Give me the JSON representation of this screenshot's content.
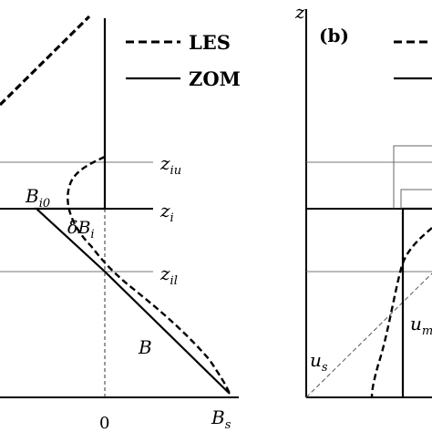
{
  "chart_data": [
    {
      "type": "line",
      "panel": "a",
      "legend": {
        "placement": "top-right",
        "entries": [
          {
            "label": "LES",
            "style": "dashed"
          },
          {
            "label": "ZOM",
            "style": "solid"
          }
        ]
      },
      "x_tick_labels": [
        "0"
      ],
      "level_labels": {
        "ziu": {
          "main": "z",
          "sub": "iu"
        },
        "zi": {
          "main": "z",
          "sub": "i"
        },
        "zil": {
          "main": "z",
          "sub": "il"
        }
      },
      "annotations": {
        "bi0": {
          "main": "B",
          "sub": "i0"
        },
        "dbi": {
          "main": "δB",
          "sub": "i"
        },
        "b": {
          "main": "B"
        },
        "bs": {
          "main": "B",
          "sub": "s"
        }
      }
    },
    {
      "type": "line",
      "panel": "b",
      "title": "(b)",
      "ylabel": "z",
      "legend": {
        "placement": "top-right"
      },
      "annotations": {
        "us": {
          "main": "u",
          "sub": "s"
        },
        "um": {
          "main": "u",
          "sub": "m"
        }
      }
    }
  ]
}
